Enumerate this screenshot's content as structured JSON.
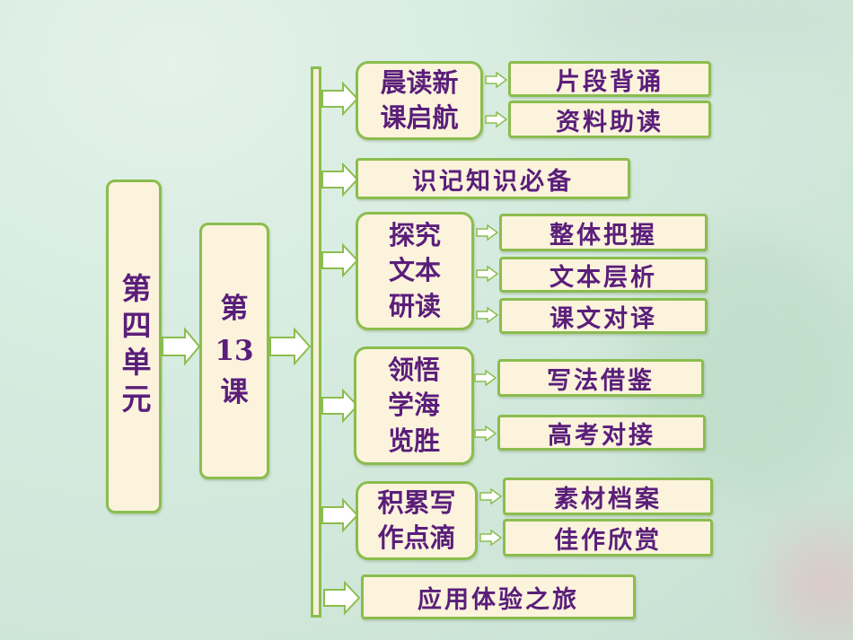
{
  "diagram": {
    "unit_label": "第四单元",
    "lesson_label": "第\n13\n课",
    "sections": [
      {
        "label": "晨读新\n课启航",
        "children": [
          "片段背诵",
          "资料助读"
        ]
      },
      {
        "label": "识记知识必备",
        "children": []
      },
      {
        "label": "探究\n文本\n研读",
        "children": [
          "整体把握",
          "文本层析",
          "课文对译"
        ]
      },
      {
        "label": "领悟\n学海\n览胜",
        "children": [
          "写法借鉴",
          "高考对接"
        ]
      },
      {
        "label": "积累写\n作点滴",
        "children": [
          "素材档案",
          "佳作欣赏"
        ]
      },
      {
        "label": "应用体验之旅",
        "children": []
      }
    ]
  },
  "colors": {
    "box_fill": "#fbf3dc",
    "box_border": "#8bbd4e",
    "text": "#5a1e7a",
    "background": "#d6ebdf"
  }
}
